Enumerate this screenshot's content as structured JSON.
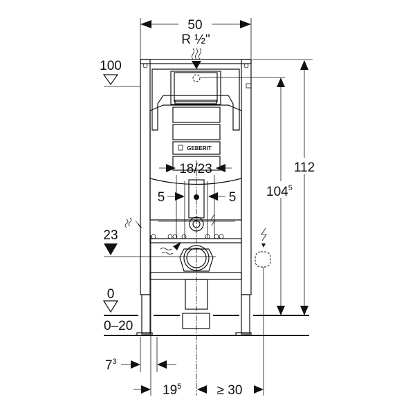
{
  "drawing": {
    "brand_logo": "GEBERIT",
    "dimensions": {
      "width": "50",
      "connection": "R ½\"",
      "level_top": "100",
      "level_mid": "23",
      "level_floor": "0",
      "floor_range": "0–20",
      "height_total": "112",
      "height_inlet_main": "104",
      "height_inlet_sup": "5",
      "flush_spacing": "18/23",
      "offset_left": "5",
      "offset_right": "5",
      "foot_main": "7",
      "foot_sup": "3",
      "axis_main": "19",
      "axis_sup": "5",
      "min_clearance": "≥ 30"
    }
  }
}
